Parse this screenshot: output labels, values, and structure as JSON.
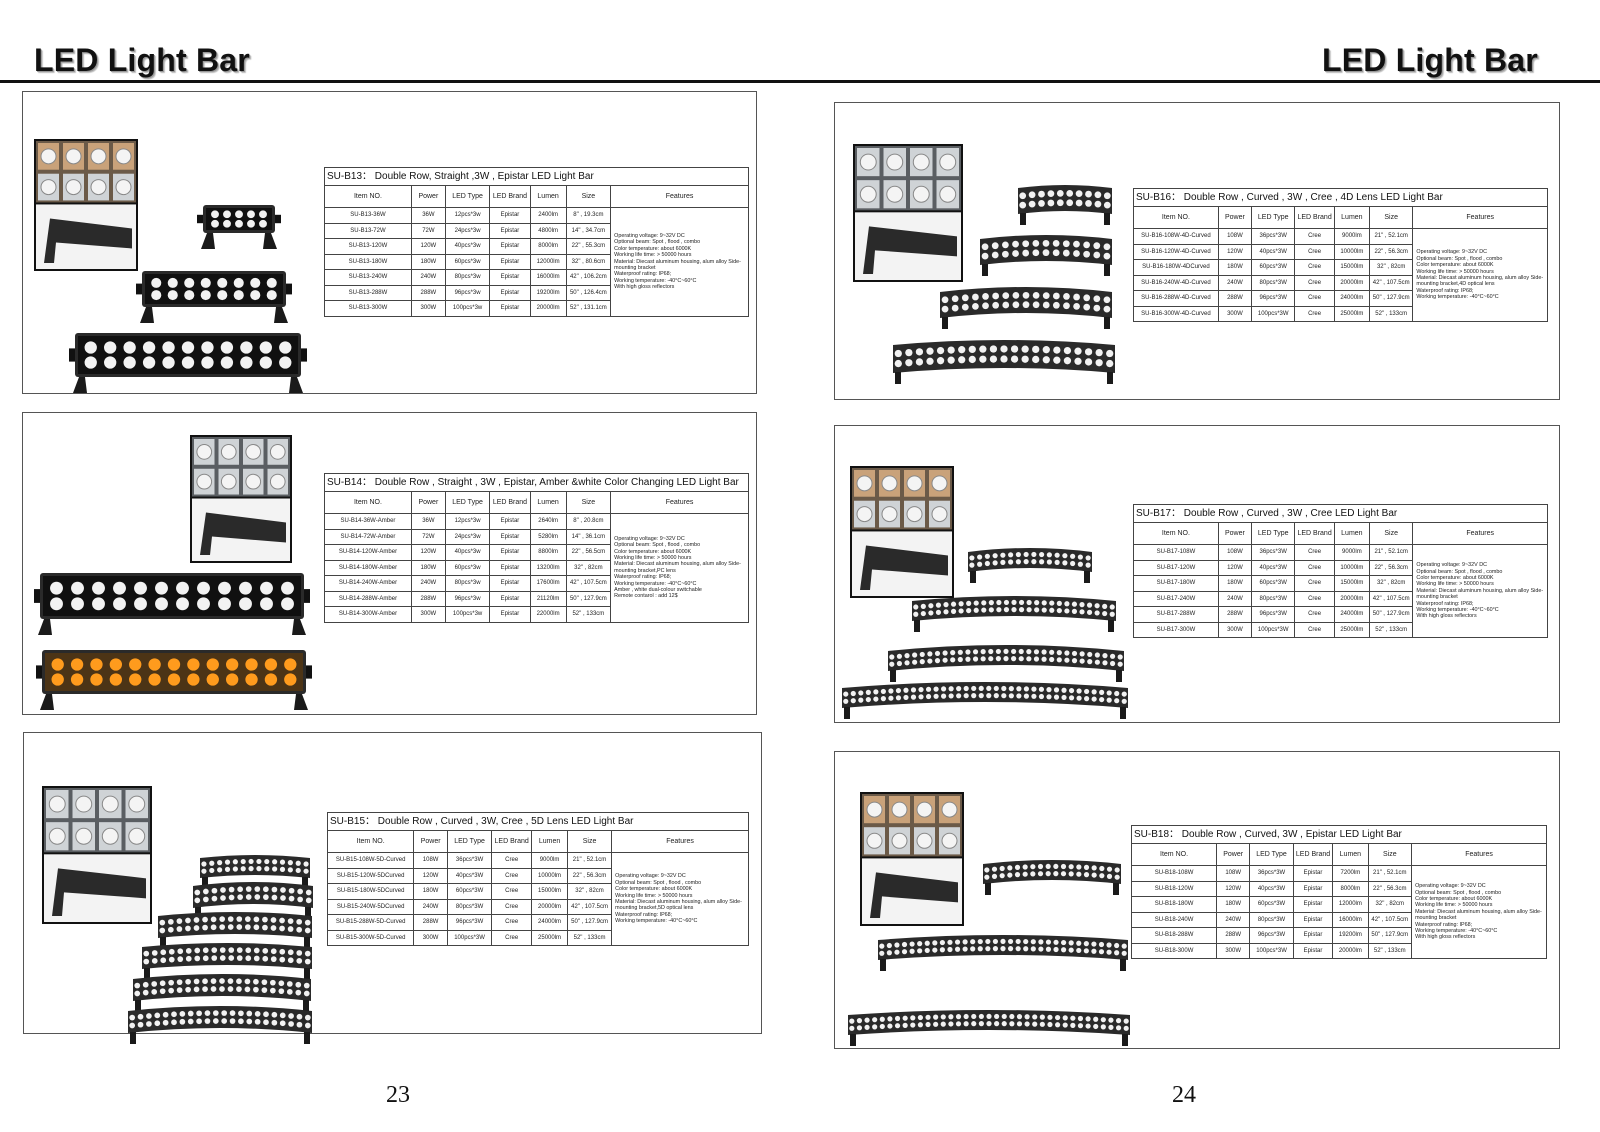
{
  "header": {
    "title_left": "LED Light Bar",
    "title_right": "LED Light Bar"
  },
  "columns": [
    "Item NO.",
    "Power",
    "LED Type",
    "LED Brand",
    "Lumen",
    "Size",
    "Features"
  ],
  "products": [
    {
      "heading": "SU-B13：  Double Row, Straight ,3W , Epistar LED Light Bar",
      "rows": [
        [
          "SU-B13-36W",
          "36W",
          "12pcs*3w",
          "Epistar",
          "2400lm",
          "8\" , 19.3cm"
        ],
        [
          "SU-B13-72W",
          "72W",
          "24pcs*3w",
          "Epistar",
          "4800lm",
          "14\" , 34.7cm"
        ],
        [
          "SU-B13-120W",
          "120W",
          "40pcs*3w",
          "Epistar",
          "8000lm",
          "22\" , 55.3cm"
        ],
        [
          "SU-B13-180W",
          "180W",
          "60pcs*3w",
          "Epistar",
          "12000lm",
          "32\" , 80.6cm"
        ],
        [
          "SU-B13-240W",
          "240W",
          "80pcs*3w",
          "Epistar",
          "16000lm",
          "42\" , 106.2cm"
        ],
        [
          "SU-B13-288W",
          "288W",
          "96pcs*3w",
          "Epistar",
          "19200lm",
          "50\" , 126.4cm"
        ],
        [
          "SU-B13-300W",
          "300W",
          "100pcs*3w",
          "Epistar",
          "20000lm",
          "52\" , 131.1cm"
        ]
      ],
      "features": "Operating voltage: 9~32V DC\nOptional beam: Spot , flood , combo\nColor temperature: about 6000K\nWorking life time: > 50000 hours\nMaterial: Diecast aluminum housing, alum alloy Side-mounting bracket\nWaterproof rating: IP68;\nWorking temperature: -40°C~60°C\nWith high gloss reflectors"
    },
    {
      "heading": "SU-B14：  Double Row , Straight , 3W , Epistar, Amber &white  Color Changing  LED Light Bar",
      "rows": [
        [
          "SU-B14-36W-Amber",
          "36W",
          "12pcs*3w",
          "Epistar",
          "2640lm",
          "8\" , 20.8cm"
        ],
        [
          "SU-B14-72W-Amber",
          "72W",
          "24pcs*3w",
          "Epistar",
          "5280lm",
          "14\" , 36.1cm"
        ],
        [
          "SU-B14-120W-Amber",
          "120W",
          "40pcs*3w",
          "Epistar",
          "8800lm",
          "22\" , 56.5cm"
        ],
        [
          "SU-B14-180W-Amber",
          "180W",
          "60pcs*3w",
          "Epistar",
          "13200lm",
          "32\" , 82cm"
        ],
        [
          "SU-B14-240W-Amber",
          "240W",
          "80pcs*3w",
          "Epistar",
          "17600lm",
          "42\" , 107.5cm"
        ],
        [
          "SU-B14-288W-Amber",
          "288W",
          "96pcs*3w",
          "Epistar",
          "21120lm",
          "50\" , 127.9cm"
        ],
        [
          "SU-B14-300W-Amber",
          "300W",
          "100pcs*3w",
          "Epistar",
          "22000lm",
          "52\" , 133cm"
        ]
      ],
      "features": "Operating voltage: 9~32V DC\nOptional beam: Spot , flood , combo\nColor temperature: about 6000K\nWorking life time: > 50000 hours\nMaterial: Diecast aluminum housing, alum alloy Side-mounting bracket,PC lens\nWaterproof rating: IP68;\nWorking temperature: -40°C~60°C\nAmber , white dual-colour switchable\nRemote contarol : add 12$"
    },
    {
      "heading": "SU-B15：  Double Row , Curved , 3W, Cree , 5D Lens LED Light Bar",
      "rows": [
        [
          "SU-B15-108W-5D-Curved",
          "108W",
          "36pcs*3W",
          "Cree",
          "9000lm",
          "21\" , 52.1cm"
        ],
        [
          "SU-B15-120W-5DCurved",
          "120W",
          "40pcs*3W",
          "Cree",
          "10000lm",
          "22\" , 56.3cm"
        ],
        [
          "SU-B15-180W-5DCurved",
          "180W",
          "60pcs*3W",
          "Cree",
          "15000lm",
          "32\" , 82cm"
        ],
        [
          "SU-B15-240W-5DCurved",
          "240W",
          "80pcs*3W",
          "Cree",
          "20000lm",
          "42\" , 107.5cm"
        ],
        [
          "SU-B15-288W-5D-Curved",
          "288W",
          "96pcs*3W",
          "Cree",
          "24000lm",
          "50\" , 127.9cm"
        ],
        [
          "SU-B15-300W-5D-Curved",
          "300W",
          "100pcs*3W",
          "Cree",
          "25000lm",
          "52\" , 133cm"
        ]
      ],
      "features": "Operating voltage: 9~32V DC\nOptional beam: Spot , flood , combo\nColor temperature: about 6000K\nWorking life time: > 50000 hours\nMaterial: Diecast aluminum housing, alum alloy Side-mounting bracket,5D optical lens\nWaterproof rating: IP68;\nWorking temperature: -40°C~60°C"
    },
    {
      "heading": "SU-B16：  Double Row , Curved , 3W , Cree , 4D Lens LED Light Bar",
      "rows": [
        [
          "SU-B16-108W-4D-Curved",
          "108W",
          "36pcs*3W",
          "Cree",
          "9000lm",
          "21\" , 52.1cm"
        ],
        [
          "SU-B16-120W-4D-Curved",
          "120W",
          "40pcs*3W",
          "Cree",
          "10000lm",
          "22\" , 56.3cm"
        ],
        [
          "SU-B16-180W-4DCurved",
          "180W",
          "60pcs*3W",
          "Cree",
          "15000lm",
          "32\" , 82cm"
        ],
        [
          "SU-B16-240W-4D-Curved",
          "240W",
          "80pcs*3W",
          "Cree",
          "20000lm",
          "42\" , 107.5cm"
        ],
        [
          "SU-B16-288W-4D-Curved",
          "288W",
          "96pcs*3W",
          "Cree",
          "24000lm",
          "50\" , 127.9cm"
        ],
        [
          "SU-B16-300W-4D-Curved",
          "300W",
          "100pcs*3W",
          "Cree",
          "25000lm",
          "52\" , 133cm"
        ]
      ],
      "features": "Operating voltage: 9~32V DC\nOptional beam: Spot , flood , combo\nColor temperature: about 6000K\nWorking life time: > 50000 hours\nMaterial: Diecast aluminum housing, alum alloy Side-mounting bracket,4D optical lens\nWaterproof rating: IP68;\nWorking temperature: -40°C~60°C"
    },
    {
      "heading": "SU-B17：  Double Row , Curved , 3W , Cree  LED Light Bar",
      "rows": [
        [
          "SU-B17-108W",
          "108W",
          "36pcs*3W",
          "Cree",
          "9000lm",
          "21\" , 52.1cm"
        ],
        [
          "SU-B17-120W",
          "120W",
          "40pcs*3W",
          "Cree",
          "10000lm",
          "22\" , 56.3cm"
        ],
        [
          "SU-B17-180W",
          "180W",
          "60pcs*3W",
          "Cree",
          "15000lm",
          "32\" , 82cm"
        ],
        [
          "SU-B17-240W",
          "240W",
          "80pcs*3W",
          "Cree",
          "20000lm",
          "42\" , 107.5cm"
        ],
        [
          "SU-B17-288W",
          "288W",
          "96pcs*3W",
          "Cree",
          "24000lm",
          "50\" , 127.9cm"
        ],
        [
          "SU-B17-300W",
          "300W",
          "100pcs*3W",
          "Cree",
          "25000lm",
          "52\" , 133cm"
        ]
      ],
      "features": "Operating voltage: 9~32V DC\nOptional beam: Spot , flood , combo\nColor temperature: about 6000K\nWorking life time: > 50000 hours\nMaterial: Diecast aluminum housing, alum alloy Side-mounting bracket\nWaterproof rating: IP68;\nWorking temperature: -40°C~60°C\nWith high gloss reflectors"
    },
    {
      "heading": "SU-B18：  Double Row , Curved, 3W , Epistar LED Light Bar",
      "rows": [
        [
          "SU-B18-108W",
          "108W",
          "36pcs*3W",
          "Epistar",
          "7200lm",
          "21\" , 52.1cm"
        ],
        [
          "SU-B18-120W",
          "120W",
          "40pcs*3W",
          "Epistar",
          "8000lm",
          "22\" , 56.3cm"
        ],
        [
          "SU-B18-180W",
          "180W",
          "60pcs*3W",
          "Epistar",
          "12000lm",
          "32\" , 82cm"
        ],
        [
          "SU-B18-240W",
          "240W",
          "80pcs*3W",
          "Epistar",
          "16000lm",
          "42\" , 107.5cm"
        ],
        [
          "SU-B18-288W",
          "288W",
          "96pcs*3W",
          "Epistar",
          "19200lm",
          "50\" , 127.9cm"
        ],
        [
          "SU-B18-300W",
          "300W",
          "100pcs*3W",
          "Epistar",
          "20000lm",
          "52\" , 133cm"
        ]
      ],
      "features": "Operating voltage: 9~32V DC\nOptional beam: Spot , flood , combo\nColor temperature: about 6000K\nWorking life time: > 50000 hours\nMaterial: Diecast aluminum housing, alum alloy Side-mounting bracket\nWaterproof rating: IP68;\nWorking temperature: -40°C~60°C\nWith high gloss reflectors"
    }
  ],
  "footer": {
    "page_left": "23",
    "page_right": "24"
  },
  "colors": {
    "text": "#111111",
    "border": "#444444",
    "bar_body": "#2a2a2a",
    "led_white": "#f2f2f2",
    "led_amber": "#ff9a1a"
  }
}
